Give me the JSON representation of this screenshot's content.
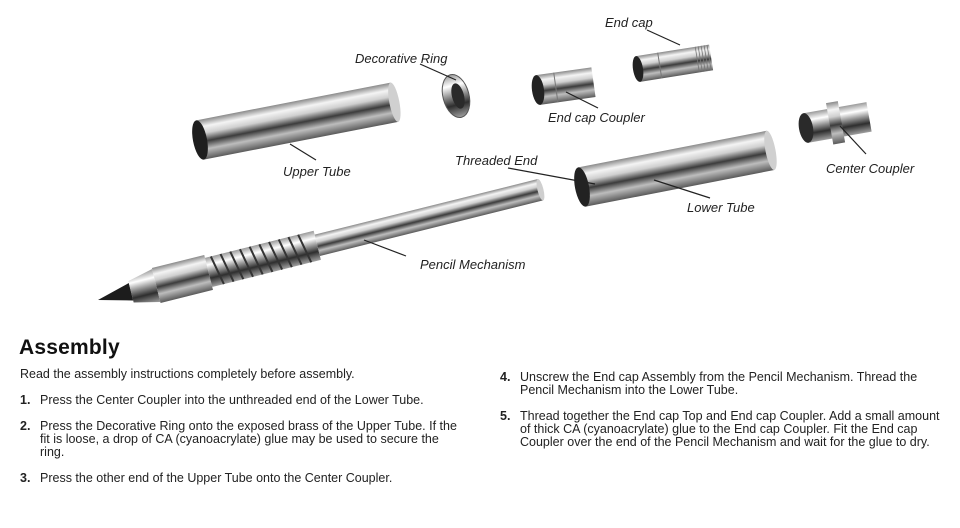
{
  "diagram": {
    "labels": {
      "end_cap": "End cap",
      "decorative_ring": "Decorative Ring",
      "end_cap_coupler": "End cap Coupler",
      "upper_tube": "Upper Tube",
      "threaded_end": "Threaded End",
      "center_coupler": "Center Coupler",
      "lower_tube": "Lower Tube",
      "pencil_mechanism": "Pencil Mechanism"
    },
    "colors": {
      "metal_light": "#f2f2f2",
      "metal_mid": "#a8a8a8",
      "metal_dark": "#3a3a3a",
      "leader": "#222222"
    }
  },
  "instructions": {
    "heading": "Assembly",
    "intro": "Read the assembly instructions completely before assembly.",
    "steps": [
      {
        "num": "1.",
        "text": "Press the Center Coupler into the unthreaded end of the Lower Tube."
      },
      {
        "num": "2.",
        "text": "Press the Decorative Ring onto the exposed brass of the Upper Tube. If the fit is loose, a drop of CA (cyanoacrylate) glue may be used to secure the ring."
      },
      {
        "num": "3.",
        "text": "Press the other end of the Upper Tube onto the Center Coupler."
      },
      {
        "num": "4.",
        "text": "Unscrew the End cap Assembly from the Pencil Mechanism. Thread the Pencil Mechanism into the Lower Tube."
      },
      {
        "num": "5.",
        "text": "Thread together the End cap Top and End cap Coupler. Add a small amount of thick CA (cyanoacrylate) glue to the End cap Coupler. Fit the End cap Coupler over the end of the Pencil Mechanism and wait for the glue to dry."
      }
    ]
  }
}
